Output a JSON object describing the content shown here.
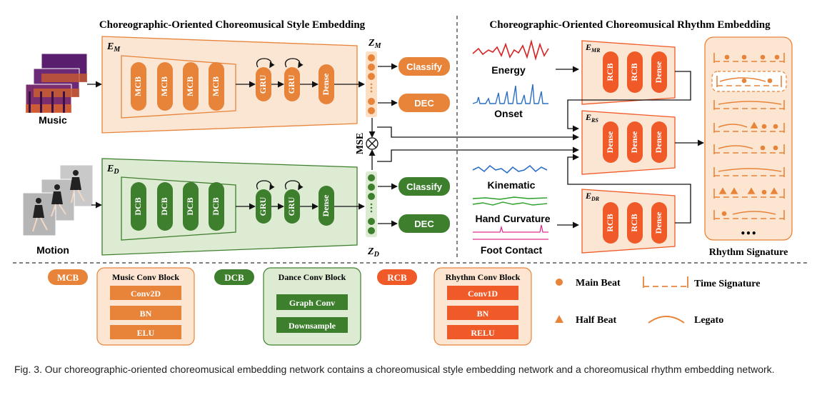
{
  "headings": {
    "style": "Choreographic-Oriented Choreomusical Style Embedding",
    "rhythm": "Choreographic-Oriented Choreomusical Rhythm Embedding"
  },
  "style_net": {
    "music_encoder_label": "E",
    "music_encoder_sub": "M",
    "dance_encoder_label": "E",
    "dance_encoder_sub": "D",
    "mcb": "MCB",
    "dcb": "DCB",
    "gru": "GRU",
    "dense": "Dense",
    "music": "Music",
    "motion": "Motion",
    "zm": "Z",
    "zm_sub": "M",
    "zd": "Z",
    "zd_sub": "D",
    "classify": "Classify",
    "dec": "DEC",
    "mse": "MSE"
  },
  "rhythm_net": {
    "energy": "Energy",
    "onset": "Onset",
    "kinematic": "Kinematic",
    "hand_curvature": "Hand Curvature",
    "foot_contact": "Foot Contact",
    "emr": "E",
    "emr_sub": "MR",
    "ers": "E",
    "ers_sub": "RS",
    "edr": "E",
    "edr_sub": "DR",
    "rcb": "RCB",
    "dense": "Dense",
    "rhythm_signature": "Rhythm Signature",
    "ellipsis": "•••"
  },
  "legend": {
    "mcb_tag": "MCB",
    "mcb_title": "Music Conv Block",
    "mcb_layers": [
      "Conv2D",
      "BN",
      "ELU"
    ],
    "dcb_tag": "DCB",
    "dcb_title": "Dance Conv Block",
    "dcb_layers": [
      "Graph Conv",
      "Downsample"
    ],
    "rcb_tag": "RCB",
    "rcb_title": "Rhythm Conv Block",
    "rcb_layers": [
      "Conv1D",
      "BN",
      "RELU"
    ],
    "main_beat": "Main Beat",
    "half_beat": "Half Beat",
    "time_signature": "Time Signature",
    "legato": "Legato"
  },
  "caption": "Fig. 3.  Our choreographic-oriented choreomusical embedding network contains a choreomusical style embedding network and a choreomusical rhythm embedding network.",
  "colors": {
    "orange": "#E8843A",
    "orange_fill": "#FBE6D4",
    "green": "#3E7F2E",
    "green_fill": "#DDEBD3",
    "red": "#F05A28",
    "signature_fill": "#FCE6D2"
  }
}
